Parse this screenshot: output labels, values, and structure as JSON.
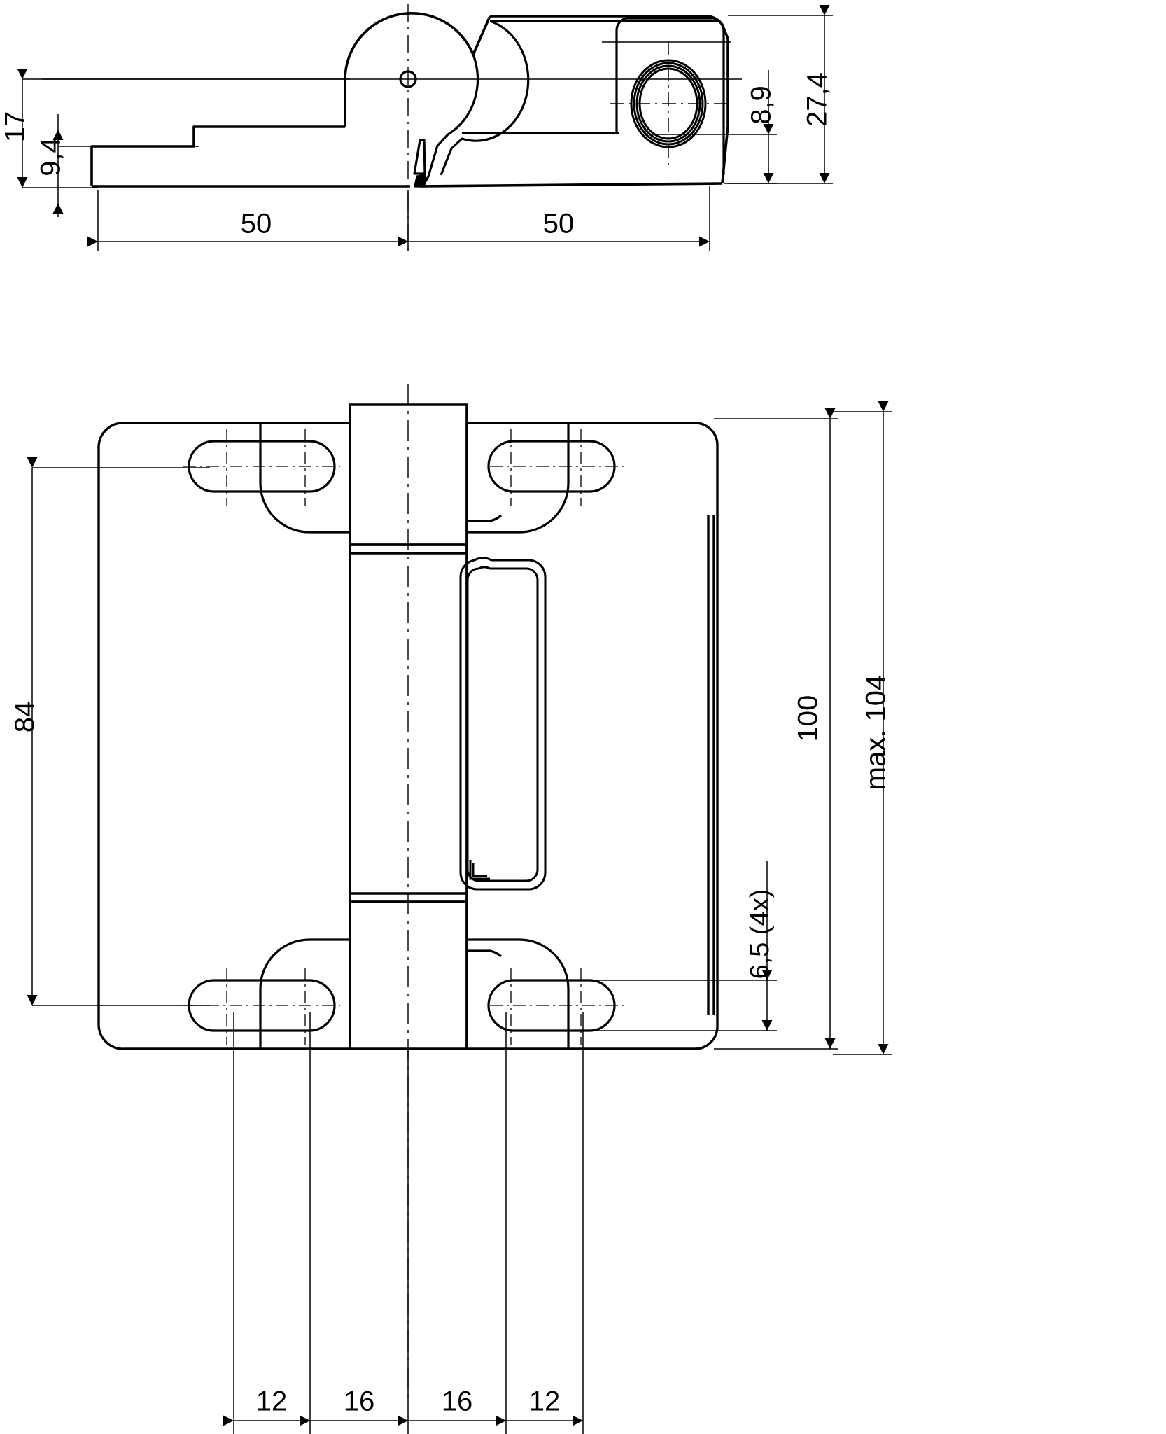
{
  "document": {
    "type": "technical-drawing",
    "title": "Hinge bracket — side view and plan view",
    "units": "mm",
    "background_color": "#ffffff",
    "line_color": "#000000",
    "thin_line_color": "#1a1a1a"
  },
  "views": [
    {
      "name": "side-view",
      "id": "view-side",
      "description": "Side elevation of hinge showing profile, pivot boss and bushing"
    },
    {
      "name": "plan-view",
      "id": "view-plan",
      "description": "Plan view of hinge leaves with four slotted mounting holes"
    }
  ],
  "dimensions": {
    "side_view": [
      {
        "id": "d-17",
        "label": "17",
        "orientation": "vertical",
        "view": "side-view"
      },
      {
        "id": "d-94",
        "label": "9,4",
        "orientation": "vertical",
        "view": "side-view"
      },
      {
        "id": "d-50-l",
        "label": "50",
        "orientation": "horizontal",
        "view": "side-view"
      },
      {
        "id": "d-50-r",
        "label": "50",
        "orientation": "horizontal",
        "view": "side-view"
      },
      {
        "id": "d-89",
        "label": "8,9",
        "orientation": "vertical",
        "view": "side-view"
      },
      {
        "id": "d-274",
        "label": "27,4",
        "orientation": "vertical",
        "view": "side-view"
      }
    ],
    "plan_view": [
      {
        "id": "d-84",
        "label": "84",
        "orientation": "vertical",
        "view": "plan-view"
      },
      {
        "id": "d-100",
        "label": "100",
        "orientation": "vertical",
        "view": "plan-view"
      },
      {
        "id": "d-max104",
        "label": "max. 104",
        "orientation": "vertical",
        "view": "plan-view"
      },
      {
        "id": "d-65",
        "label": "6,5 (4x)",
        "orientation": "vertical",
        "view": "plan-view"
      },
      {
        "id": "d-12-l",
        "label": "12",
        "orientation": "horizontal",
        "view": "plan-view"
      },
      {
        "id": "d-16-l",
        "label": "16",
        "orientation": "horizontal",
        "view": "plan-view"
      },
      {
        "id": "d-16-r",
        "label": "16",
        "orientation": "horizontal",
        "view": "plan-view"
      },
      {
        "id": "d-12-r",
        "label": "12",
        "orientation": "horizontal",
        "view": "plan-view"
      }
    ]
  },
  "features": {
    "pivot_hole": "pivot-center-hole",
    "bushing": "concentric-bushing-rings",
    "slots": [
      "slot-top-left",
      "slot-top-right",
      "slot-bottom-left",
      "slot-bottom-right"
    ],
    "recess": "center-recess-pocket"
  }
}
